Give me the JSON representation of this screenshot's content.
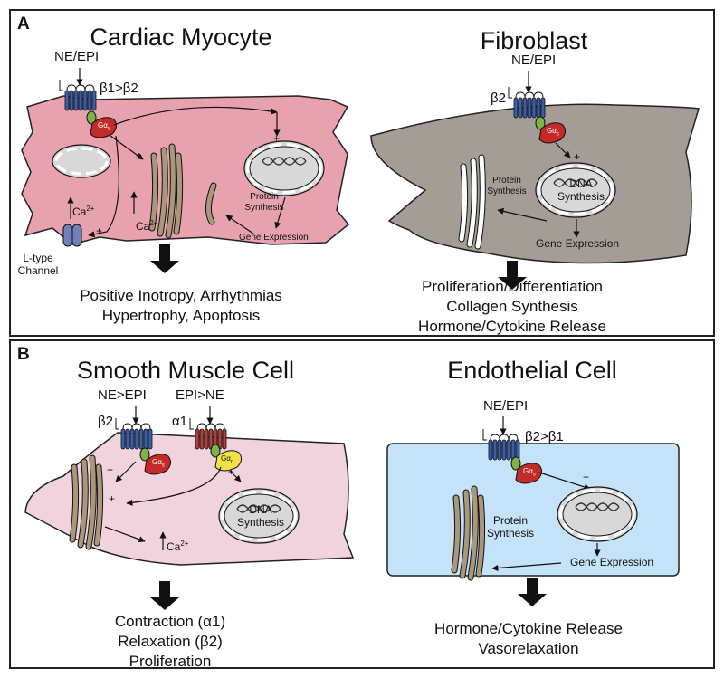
{
  "panel_a": {
    "letter": "A",
    "cardiac": {
      "title": "Cardiac Myocyte",
      "ligand": "NE/EPI",
      "receptor": "β1>β2",
      "galpha": "Gα",
      "galpha_sub": "s",
      "ca1": "Ca",
      "ca1_sup": "2+",
      "ca2": "Ca",
      "ca2_sup": "2+",
      "channel": [
        "L-type",
        "Channel"
      ],
      "protein_synthesis": [
        "Protein",
        "Synthesis"
      ],
      "gene_expression": "Gene Expression",
      "plus": "+",
      "outcomes": [
        "Positive Inotropy, Arrhythmias",
        "Hypertrophy, Apoptosis"
      ]
    },
    "fibroblast": {
      "title": "Fibroblast",
      "ligand": "NE/EPI",
      "receptor": "β2",
      "galpha": "Gα",
      "galpha_sub": "s",
      "protein_synthesis": [
        "Protein",
        "Synthesis"
      ],
      "dna_synthesis": [
        "DNA",
        "Synthesis"
      ],
      "gene_expression": "Gene Expression",
      "plus": "+",
      "outcomes": [
        "Proliferation/Differentiation",
        "Collagen Synthesis",
        "Hormone/Cytokine Release"
      ]
    }
  },
  "panel_b": {
    "letter": "B",
    "smooth": {
      "title": "Smooth Muscle Cell",
      "ligand1": "NE>EPI",
      "ligand2": "EPI>NE",
      "receptor1": "β2",
      "receptor2": "α1",
      "galpha1": "Gα",
      "galpha1_sub": "s",
      "galpha2": "Gα",
      "galpha2_sub": "q",
      "dna_synthesis": [
        "DNA",
        "Synthesis"
      ],
      "ca": "Ca",
      "ca_sup": "2+",
      "plus": "+",
      "minus": "−",
      "outcomes": [
        "Contraction (α1)",
        "Relaxation (β2)",
        "Proliferation"
      ]
    },
    "endothelial": {
      "title": "Endothelial Cell",
      "ligand": "NE/EPI",
      "receptor": "β2>β1",
      "galpha": "Gα",
      "galpha_sub": "s",
      "protein_synthesis": [
        "Protein",
        "Synthesis"
      ],
      "gene_expression": "Gene Expression",
      "plus": "+",
      "outcomes": [
        "Hormone/Cytokine Release",
        "Vasorelaxation"
      ]
    }
  },
  "colors": {
    "myocyte_fill": "#e7a2ae",
    "fibroblast_fill": "#a49d95",
    "smooth_fill": "#f1d3de",
    "endothelial_fill": "#c5e3f8",
    "receptor_blue": "#3b5ea8",
    "receptor_red": "#b0403a",
    "galpha_red": "#c42a2a",
    "galpha_yellow": "#f0e34a",
    "gbg_green": "#7fb34a",
    "nucleus_gray": "#d8d8d8",
    "er_tan": "#a9987b",
    "channel_blue": "#6f81b8"
  }
}
